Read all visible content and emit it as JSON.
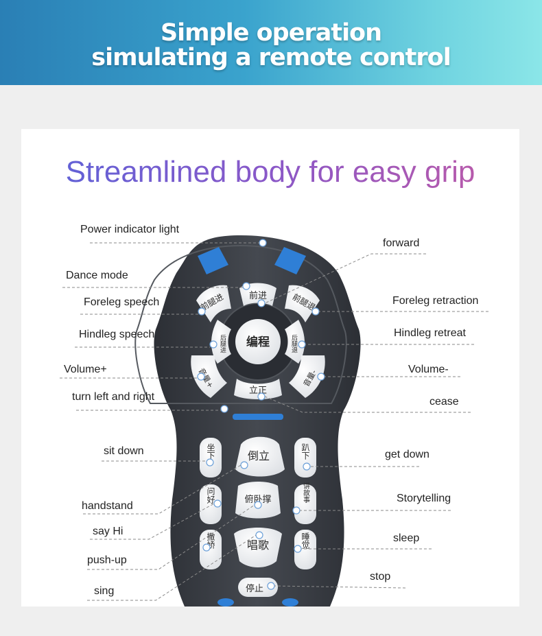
{
  "banner": {
    "line1": "Simple operation",
    "line2": "simulating a remote control",
    "gradient_colors": [
      "#2a7fb5",
      "#3aa3cd",
      "#8be6e8"
    ]
  },
  "headline": "Streamlined body for easy grip",
  "remote": {
    "body_color": "#3a3d44",
    "key_color": "#f3f4f5",
    "accent_color": "#2f7fd6",
    "keys": {
      "forward": "前进",
      "foreleg_forward": "前腿进",
      "foreleg_retract": "前腿退",
      "hindleg_forward": "后腿进",
      "hindleg_retract": "后腿退",
      "program": "编程",
      "volume_up": "音量+",
      "volume_down": "音量-",
      "stand": "立正",
      "sit": "坐下",
      "handstand": "倒立",
      "lie_down": "趴下",
      "say_hi": "问好",
      "pushup": "俯卧撑",
      "story": "讲故事",
      "act_cute": "撒娇",
      "sing": "唱歌",
      "sleep": "睡觉",
      "stop": "停止"
    }
  },
  "labels": {
    "power_indicator": "Power indicator light",
    "forward": "forward",
    "dance_mode": "Dance mode",
    "foreleg_speech": "Foreleg speech",
    "foreleg_retraction": "Foreleg retraction",
    "hindleg_speech": "Hindleg speech",
    "hindleg_retreat": "Hindleg retreat",
    "volume_up": "Volume+",
    "volume_down": "Volume-",
    "turn": "turn left and right",
    "cease": "cease",
    "sit_down": "sit down",
    "get_down": "get down",
    "handstand": "handstand",
    "storytelling": "Storytelling",
    "say_hi": "say Hi",
    "sleep": "sleep",
    "push_up": "push-up",
    "stop": "stop",
    "sing": "sing"
  }
}
